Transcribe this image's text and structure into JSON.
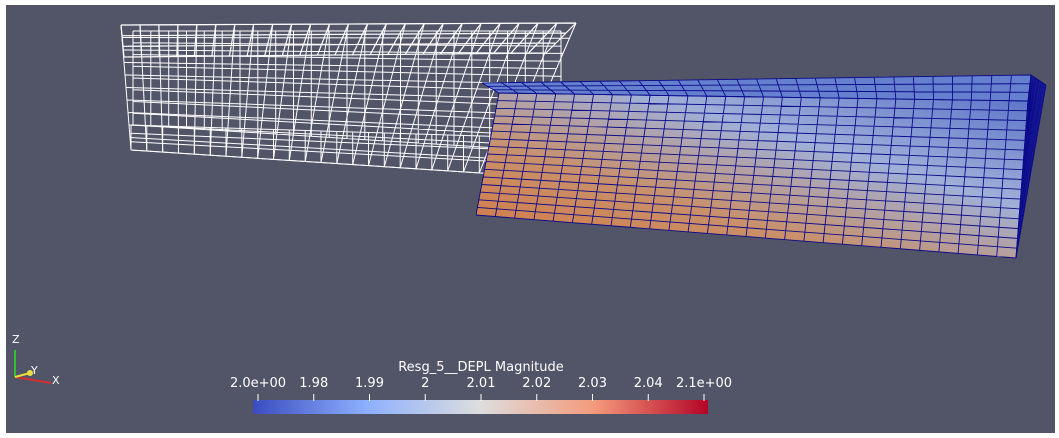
{
  "colorbar": {
    "title": "Resg_5__DEPL Magnitude",
    "tick_labels": [
      "2.0e+00",
      "1.98",
      "1.99",
      "2",
      "2.01",
      "2.02",
      "2.03",
      "2.04",
      "2.1e+00"
    ],
    "min_color": "#3b4cc0",
    "mid_color": "#dddddd",
    "max_color": "#b40426"
  },
  "orientation_axes": {
    "x_label": "X",
    "y_label": "Y",
    "z_label": "Z",
    "x_color": "#d03030",
    "y_color": "#e8e040",
    "z_color": "#30c030"
  },
  "scene": {
    "background": "#525468",
    "undeformed_mesh_color": "#ffffff",
    "deformed_edge_color": "#0a0a8a"
  }
}
